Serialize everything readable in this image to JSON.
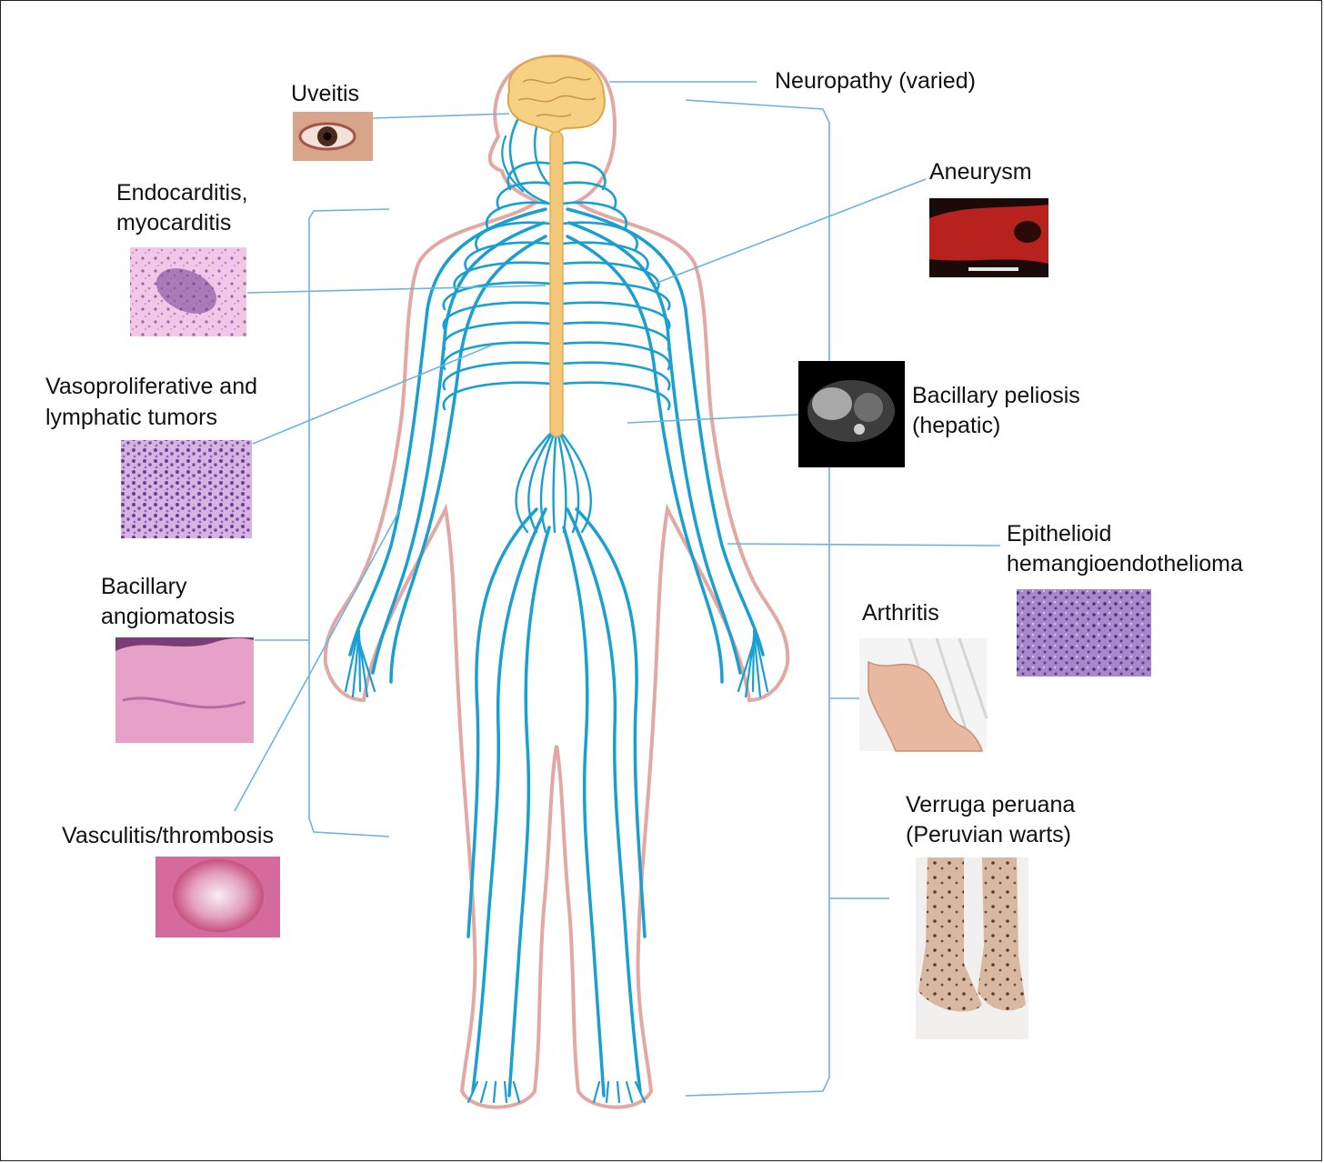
{
  "labels": {
    "uveitis": "Uveitis",
    "endocarditis_1": "Endocarditis,",
    "endocarditis_2": "myocarditis",
    "vaso_1": "Vasoproliferative and",
    "vaso_2": "lymphatic tumors",
    "bacillary_angio_1": "Bacillary",
    "bacillary_angio_2": "angiomatosis",
    "vasculitis": "Vasculitis/thrombosis",
    "neuropathy": "Neuropathy (varied)",
    "aneurysm": "Aneurysm",
    "peliosis_1": "Bacillary peliosis",
    "peliosis_2": "(hepatic)",
    "ehe_1": "Epithelioid",
    "ehe_2": "hemangioendothelioma",
    "arthritis": "Arthritis",
    "verruga_1": "Verruga peruana",
    "verruga_2": "(Peruvian warts)"
  },
  "colors": {
    "nerve": "#1a9fd0",
    "spine": "#f3c87a",
    "brain": "#f6d184",
    "body_outline": "#e2a8a3",
    "connector": "#6cb4dc",
    "histology_pink": "#e7a7d6",
    "histology_purple": "#8a5cae"
  }
}
